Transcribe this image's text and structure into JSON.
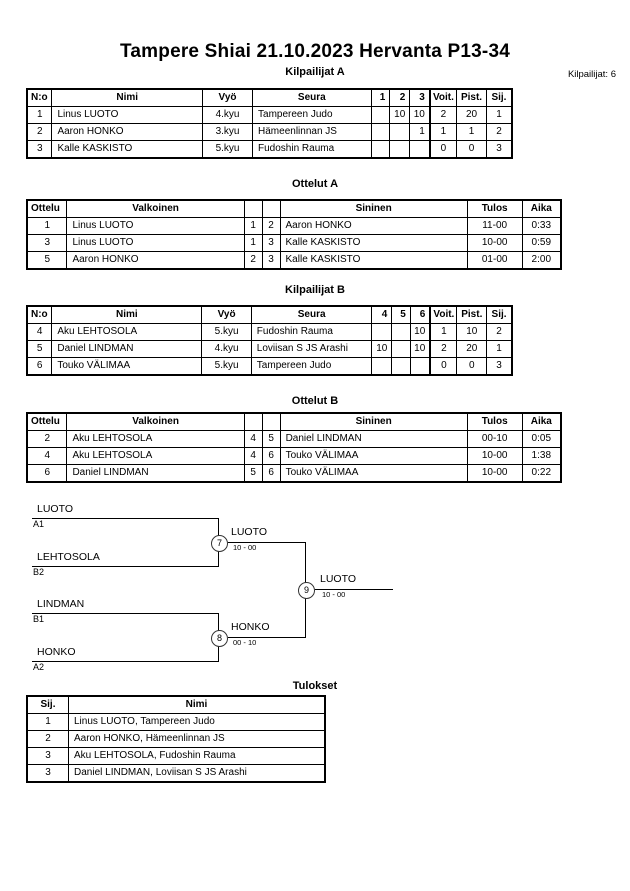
{
  "header": {
    "title": "Tampere Shiai  21.10.2023  Hervanta   P13-34",
    "entrant_count_label": "Kilpailijat: 6"
  },
  "pool_a": {
    "heading": "Kilpailijat A",
    "columns": [
      "N:o",
      "Nimi",
      "Vyö",
      "Seura",
      "1",
      "2",
      "3",
      "Voit.",
      "Pist.",
      "Sij."
    ],
    "rows": [
      {
        "no": "1",
        "name": "Linus LUOTO",
        "belt": "4.kyu",
        "club": "Tampereen Judo",
        "s1": "",
        "s2": "10",
        "s3": "10",
        "wins": "2",
        "points": "20",
        "rank": "1"
      },
      {
        "no": "2",
        "name": "Aaron HONKO",
        "belt": "3.kyu",
        "club": "Hämeenlinnan JS",
        "s1": "",
        "s2": "",
        "s3": "1",
        "wins": "1",
        "points": "1",
        "rank": "2"
      },
      {
        "no": "3",
        "name": "Kalle KASKISTO",
        "belt": "5.kyu",
        "club": "Fudoshin Rauma",
        "s1": "",
        "s2": "",
        "s3": "",
        "wins": "0",
        "points": "0",
        "rank": "3"
      }
    ]
  },
  "matches_a": {
    "heading": "Ottelut A",
    "columns": [
      "Ottelu",
      "Valkoinen",
      "",
      "",
      "Sininen",
      "Tulos",
      "Aika"
    ],
    "rows": [
      {
        "match": "1",
        "white": "Linus LUOTO",
        "wno": "1",
        "bno": "2",
        "blue": "Aaron HONKO",
        "result": "11-00",
        "time": "0:33"
      },
      {
        "match": "3",
        "white": "Linus LUOTO",
        "wno": "1",
        "bno": "3",
        "blue": "Kalle KASKISTO",
        "result": "10-00",
        "time": "0:59"
      },
      {
        "match": "5",
        "white": "Aaron HONKO",
        "wno": "2",
        "bno": "3",
        "blue": "Kalle KASKISTO",
        "result": "01-00",
        "time": "2:00"
      }
    ]
  },
  "pool_b": {
    "heading": "Kilpailijat B",
    "columns": [
      "N:o",
      "Nimi",
      "Vyö",
      "Seura",
      "4",
      "5",
      "6",
      "Voit.",
      "Pist.",
      "Sij."
    ],
    "rows": [
      {
        "no": "4",
        "name": "Aku LEHTOSOLA",
        "belt": "5.kyu",
        "club": "Fudoshin Rauma",
        "s1": "",
        "s2": "",
        "s3": "10",
        "wins": "1",
        "points": "10",
        "rank": "2"
      },
      {
        "no": "5",
        "name": "Daniel LINDMAN",
        "belt": "4.kyu",
        "club": "Loviisan S JS Arashi",
        "s1": "10",
        "s2": "",
        "s3": "10",
        "wins": "2",
        "points": "20",
        "rank": "1"
      },
      {
        "no": "6",
        "name": "Touko VÄLIMAA",
        "belt": "5.kyu",
        "club": "Tampereen Judo",
        "s1": "",
        "s2": "",
        "s3": "",
        "wins": "0",
        "points": "0",
        "rank": "3"
      }
    ]
  },
  "matches_b": {
    "heading": "Ottelut B",
    "columns": [
      "Ottelu",
      "Valkoinen",
      "",
      "",
      "Sininen",
      "Tulos",
      "Aika"
    ],
    "rows": [
      {
        "match": "2",
        "white": "Aku LEHTOSOLA",
        "wno": "4",
        "bno": "5",
        "blue": "Daniel LINDMAN",
        "result": "00-10",
        "time": "0:05"
      },
      {
        "match": "4",
        "white": "Aku LEHTOSOLA",
        "wno": "4",
        "bno": "6",
        "blue": "Touko VÄLIMAA",
        "result": "10-00",
        "time": "1:38"
      },
      {
        "match": "6",
        "white": "Daniel LINDMAN",
        "wno": "5",
        "bno": "6",
        "blue": "Touko VÄLIMAA",
        "result": "10-00",
        "time": "0:22"
      }
    ]
  },
  "bracket": {
    "entries": [
      {
        "name": "LUOTO",
        "seed": "A1"
      },
      {
        "name": "LEHTOSOLA",
        "seed": "B2"
      },
      {
        "name": "LINDMAN",
        "seed": "B1"
      },
      {
        "name": "HONKO",
        "seed": "A2"
      }
    ],
    "semifinals": [
      {
        "number": "7",
        "winner": "LUOTO",
        "score": "10 - 00"
      },
      {
        "number": "8",
        "winner": "HONKO",
        "score": "00 - 10"
      }
    ],
    "final": {
      "number": "9",
      "winner": "LUOTO",
      "score": "10 - 00"
    }
  },
  "results": {
    "heading": "Tulokset",
    "columns": [
      "Sij.",
      "Nimi"
    ],
    "rows": [
      {
        "rank": "1",
        "name": "Linus LUOTO, Tampereen Judo"
      },
      {
        "rank": "2",
        "name": "Aaron HONKO, Hämeenlinnan JS"
      },
      {
        "rank": "3",
        "name": "Aku LEHTOSOLA, Fudoshin Rauma"
      },
      {
        "rank": "3",
        "name": "Daniel LINDMAN, Loviisan S JS Arashi"
      }
    ]
  }
}
